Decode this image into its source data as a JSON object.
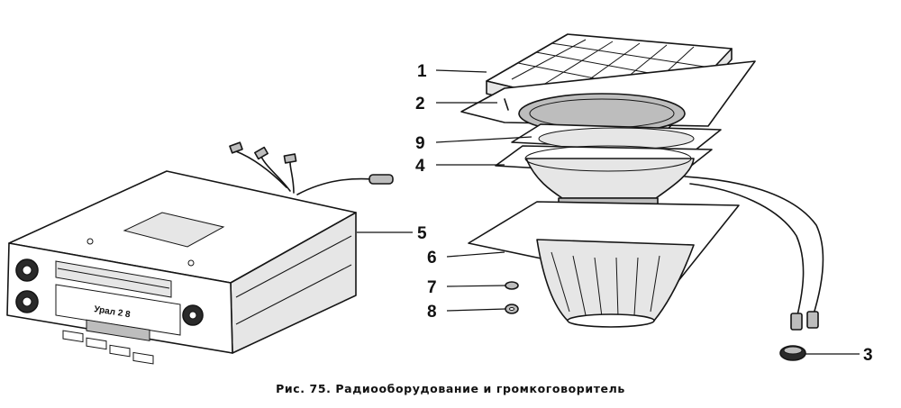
{
  "callouts": {
    "c1": "1",
    "c2": "2",
    "c3": "3",
    "c4": "4",
    "c5": "5",
    "c6": "6",
    "c7": "7",
    "c8": "8",
    "c9": "9"
  },
  "radio_display": "Урал 2 8",
  "caption": "Рис. 75. Радиооборудование и громкоговоритель"
}
